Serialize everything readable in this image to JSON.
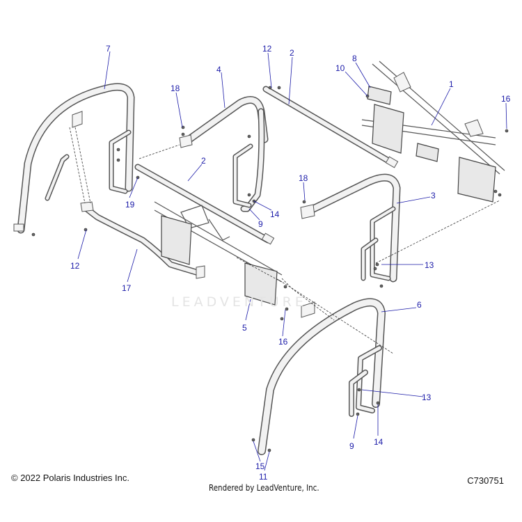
{
  "footer": {
    "copyright": "© 2022 Polaris Industries Inc.",
    "diagram_code": "C730751",
    "rendered_by": "Rendered by LeadVenture, Inc."
  },
  "watermark": "LEADVENTURE",
  "callouts": {
    "c1": "1",
    "c2a": "2",
    "c2b": "2",
    "c3": "3",
    "c4": "4",
    "c5": "5",
    "c6": "6",
    "c7": "7",
    "c8": "8",
    "c9a": "9",
    "c9b": "9",
    "c10": "10",
    "c11": "11",
    "c12a": "12",
    "c12b": "12",
    "c13a": "13",
    "c13b": "13",
    "c14a": "14",
    "c14b": "14",
    "c15": "15",
    "c16a": "16",
    "c16b": "16",
    "c17": "17",
    "c18a": "18",
    "c18b": "18",
    "c19": "19"
  }
}
